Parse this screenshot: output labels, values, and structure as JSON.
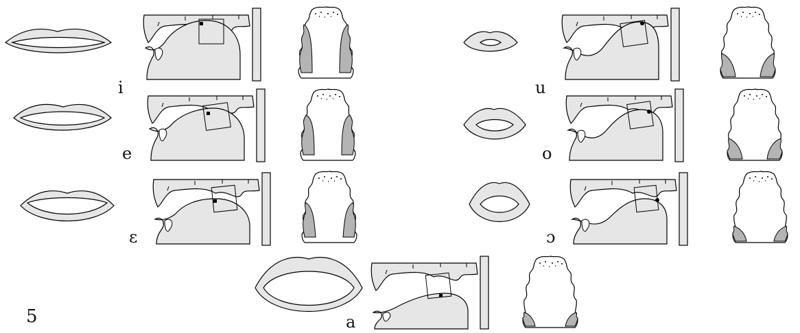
{
  "figure_number": "5",
  "colors": {
    "fill": "#e6e6e6",
    "dark_fill": "#b4b4b4",
    "stroke": "#000000",
    "background": "#ffffff"
  },
  "vowels": [
    {
      "label": "i",
      "lips": "spread",
      "tongue": "front-high",
      "palate_contact": "wide-sides"
    },
    {
      "label": "e",
      "lips": "spread",
      "tongue": "front-mid",
      "palate_contact": "wide-sides"
    },
    {
      "label": "ɛ",
      "lips": "spread",
      "tongue": "front-low",
      "palate_contact": "mid-sides"
    },
    {
      "label": "u",
      "lips": "rounded",
      "tongue": "back-high",
      "palate_contact": "back-corners"
    },
    {
      "label": "o",
      "lips": "rounded",
      "tongue": "back-mid",
      "palate_contact": "back-corners"
    },
    {
      "label": "ɔ",
      "lips": "rounded",
      "tongue": "back-low",
      "palate_contact": "back-corners-small"
    },
    {
      "label": "a",
      "lips": "open",
      "tongue": "low",
      "palate_contact": "back-corners-small"
    }
  ]
}
